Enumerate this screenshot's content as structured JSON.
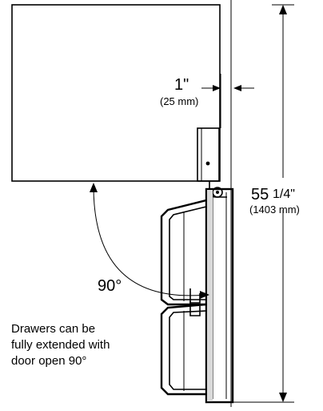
{
  "gap_dimension": {
    "value": "1\"",
    "metric": "(25 mm)"
  },
  "height_dimension": {
    "whole": "55",
    "fraction": "1/4\"",
    "metric": "(1403 mm)"
  },
  "angle_label": "90°",
  "note_lines": [
    "Drawers can be",
    "fully extended with",
    "door open 90°"
  ]
}
